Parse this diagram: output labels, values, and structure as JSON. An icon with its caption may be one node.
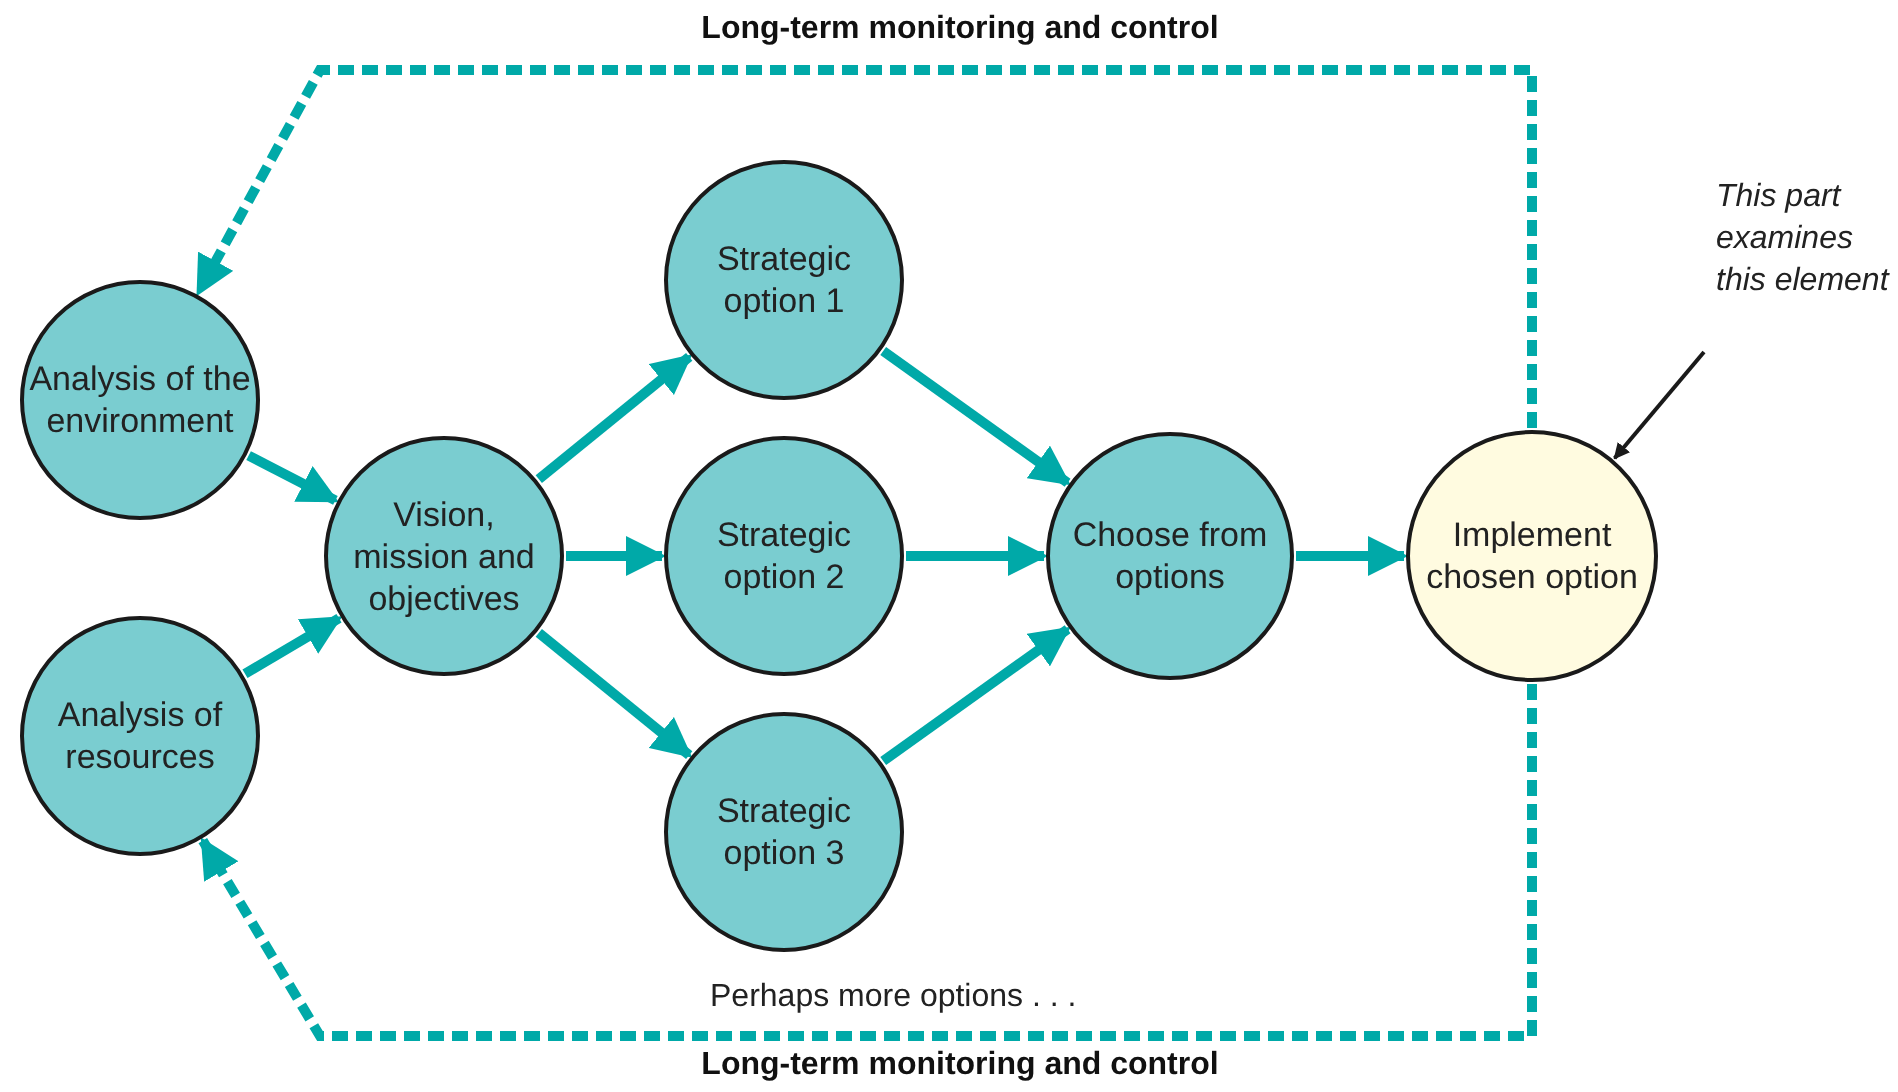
{
  "diagram": {
    "nodes": [
      {
        "text": [
          "Analysis of the environment"
        ]
      },
      {
        "text": [
          "Analysis of resources"
        ]
      },
      {
        "text": [
          "Vision, mission and objectives"
        ]
      },
      {
        "text": [
          "Strategic option 1"
        ]
      },
      {
        "text": [
          "Strategic option 2"
        ]
      },
      {
        "text": [
          "Strategic option 3"
        ]
      },
      {
        "text": [
          "Choose from options"
        ]
      },
      {
        "text": [
          "Implement chosen option"
        ]
      },
      {
        "text": [
          "This part examines this element"
        ]
      }
    ],
    "edges": [
      {
        "from": 0,
        "to": 2,
        "arrow": "to"
      },
      {
        "from": 1,
        "to": 2,
        "arrow": "to"
      },
      {
        "from": 2,
        "to": 3,
        "arrow": "to"
      },
      {
        "from": 2,
        "to": 4,
        "arrow": "to"
      },
      {
        "from": 2,
        "to": 5,
        "arrow": "to"
      },
      {
        "from": 3,
        "to": 6,
        "arrow": "to"
      },
      {
        "from": 4,
        "to": 6,
        "arrow": "to"
      },
      {
        "from": 5,
        "to": 6,
        "arrow": "to"
      },
      {
        "from": 6,
        "to": 7,
        "arrow": "to"
      },
      {
        "from": 8,
        "to": 7,
        "arrow": "to",
        "color": "#1a1a1a"
      },
      {
        "from": 7,
        "to": 0,
        "arrow": "to",
        "style": "dashed",
        "label": "Long-term monitoring and control"
      },
      {
        "from": 7,
        "to": 1,
        "arrow": "to",
        "style": "dashed",
        "label": "Long-term monitoring and control"
      }
    ],
    "labels": [
      "Perhaps more options . . ."
    ]
  }
}
